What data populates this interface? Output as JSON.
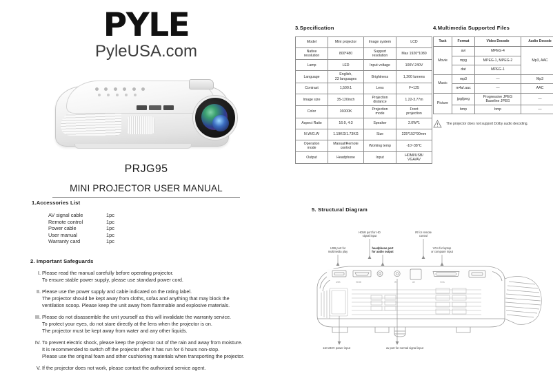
{
  "cover": {
    "logo_primary": "PYLE",
    "logo_secondary": "PyleUSA.com",
    "model": "PRJG95",
    "manual_title": "MINI PROJECTOR USER MANUAL"
  },
  "accessories": {
    "heading": "1.Accessories List",
    "items": [
      {
        "name": "AV signal cable",
        "qty": "1pc"
      },
      {
        "name": "Remote control",
        "qty": "1pc"
      },
      {
        "name": "Power cable",
        "qty": "1pc"
      },
      {
        "name": "User manual",
        "qty": "1pc"
      },
      {
        "name": "Warranty  card",
        "qty": "1pc"
      }
    ]
  },
  "safeguards": {
    "heading": "2. Important Safeguards",
    "items": [
      {
        "num": "I.",
        "lines": [
          "Please read the manual carefully before operating projector.",
          "To ensure stable power supply, please use standard power cord."
        ]
      },
      {
        "num": "II.",
        "lines": [
          "Please use the power supply and cable indicated on the rating label.",
          "The projector should be kept away from cloths, sofas and anything that may block the",
          "ventilation scoop. Please keep the unit away from flammable and explosive materials."
        ]
      },
      {
        "num": "III.",
        "lines": [
          "Please do not disassemble the unit yourself as this will invalidate the warranty service.",
          "To protect your eyes, do not stare directly at the lens when the projector is on.",
          "The projector must be kept away from water and any other liquids."
        ]
      },
      {
        "num": "IV.",
        "lines": [
          "To prevent electric shock, please keep the projector out of the rain and away from moisture.",
          "It is recommended to switch off the projector after it has run for 6 hours non-stop.",
          "Please use the original foam and other cushioning materials when transporting the projector."
        ]
      },
      {
        "num": "V.",
        "lines": [
          "If the projector does not work, please contact the authorized service agent."
        ]
      }
    ]
  },
  "specification": {
    "heading": "3.Specification",
    "rows": [
      [
        "Model",
        "Mini projector",
        "Image system",
        "LCD"
      ],
      [
        "Native\nresolution",
        "800*480",
        "Support\nresolution",
        "Max 1920*1080"
      ],
      [
        "Lamp",
        "LED",
        "Input voltage",
        "100V-240V"
      ],
      [
        "Language",
        "English,\n23 languages",
        "Brightness",
        "1,200 lumens"
      ],
      [
        "Contrast",
        "1,500:1",
        "Lens",
        "F=125"
      ],
      [
        "Image size",
        "35-120inch",
        "Projection\ndistance",
        "1.22-3.77m"
      ],
      [
        "Color",
        "16000K",
        "Projection\nmode",
        "Front\nprojection"
      ],
      [
        "Aspect Ratio",
        "16:9, 4:3",
        "Speaker",
        "2.0W*1"
      ],
      [
        "N.W/G.W",
        "1.19KG/1.73KG",
        "Size",
        "225*152*90mm"
      ],
      [
        "Operation\nmode",
        "Manual/Remote\ncontrol",
        "Working temp",
        "-10~38°C"
      ],
      [
        "Output",
        "Headphone",
        "Input",
        "HDMI/USB/\nVGA/AV"
      ]
    ]
  },
  "multimedia": {
    "heading": "4.Multimedia Supported Files",
    "columns": [
      "Task",
      "Format",
      "Video Decode",
      "Audio Decode"
    ],
    "rows": [
      {
        "task": "Movie",
        "task_span": 3,
        "format": "avi",
        "video": "MPEG-4",
        "audio": "Mp3, AAC",
        "audio_span": 3
      },
      {
        "task": "",
        "format": "mpg",
        "video": "MPEG-1, MPEG-2",
        "audio": ""
      },
      {
        "task": "",
        "format": "dat",
        "video": "MPEG-1",
        "audio": ""
      },
      {
        "task": "Music",
        "task_span": 2,
        "format": "mp3",
        "video": "—",
        "audio": "Mp3",
        "audio_span": 1
      },
      {
        "task": "",
        "format": "m4a/.aac",
        "video": "—",
        "audio": "AAC",
        "audio_span": 1
      },
      {
        "task": "Picture",
        "task_span": 2,
        "format": "jpg/jpeg",
        "video": "Progressive JPEG\nBaseline JPEG",
        "audio": "—",
        "audio_span": 1
      },
      {
        "task": "",
        "format": "bmp",
        "video": "bmp",
        "audio": "—",
        "audio_span": 1
      }
    ],
    "note": "The projector does not support Dolby audio decoding."
  },
  "structural": {
    "heading": "5. Structural Diagram",
    "labels": {
      "hdmi": "HDMI port for HD\nsignal input",
      "ir": "IR for remote\ncontrol",
      "usb": "USB port for\nmultimedia play",
      "headphone": "headphone port\nfor audio output",
      "vga": "VGA for laptop\nor computer input",
      "power": "110-240V power input",
      "av": "av port for normal signal input"
    },
    "port_marks": [
      "USB",
      "HDMI",
      "IR",
      "AV",
      "VGA"
    ]
  },
  "colors": {
    "text": "#231f20",
    "rule": "#6d6d6d",
    "table_border": "#8c8c8c"
  }
}
